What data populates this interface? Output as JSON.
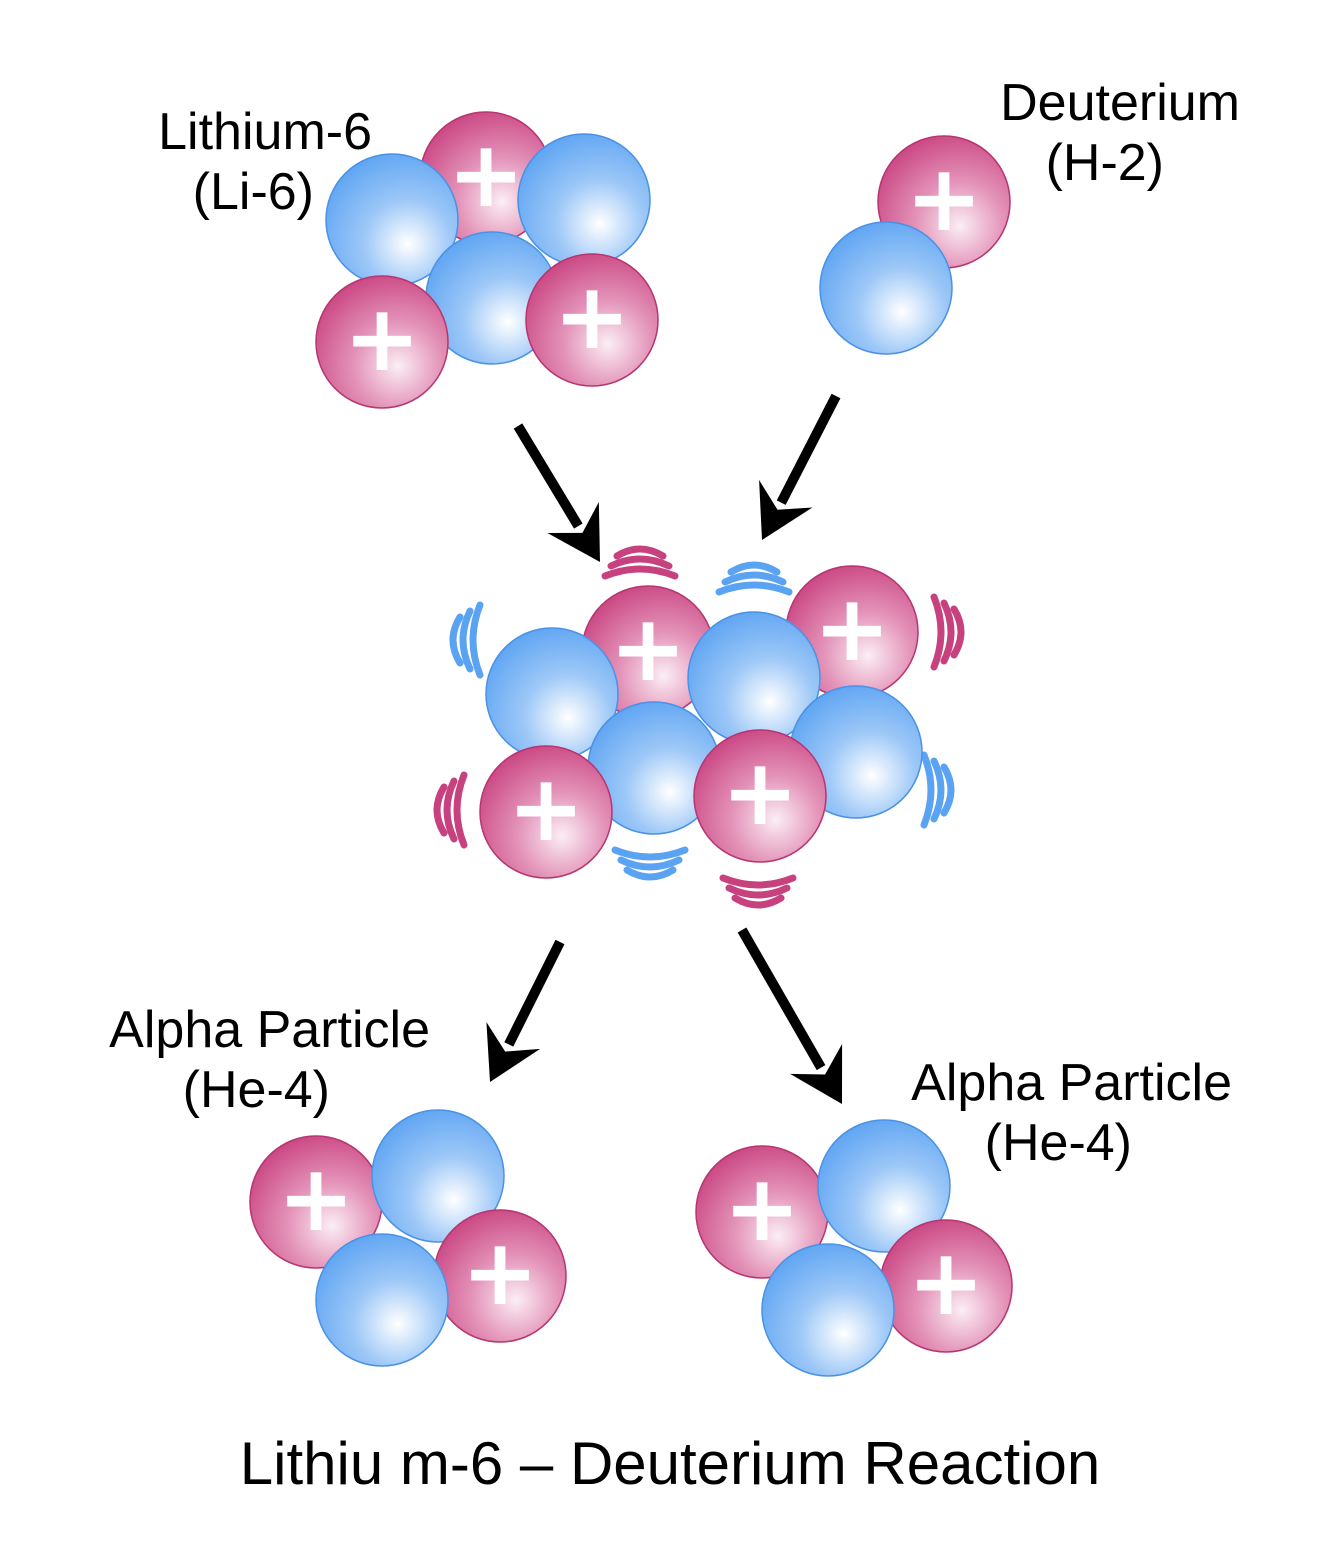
{
  "labels": {
    "lithium_line1": "Lithium-6",
    "lithium_line2": "(Li-6)",
    "deuterium_line1": "Deuterium",
    "deuterium_line2": "(H-2)",
    "alpha_left_line1": "Alpha Particle",
    "alpha_left_line2": "(He-4)",
    "alpha_right_line1": "Alpha Particle",
    "alpha_right_line2": "(He-4)"
  },
  "title": "Lithiu m-6 – Deuterium Reaction",
  "legend_symbols": {
    "proton_sign": "+"
  },
  "colors": {
    "proton": "#c8417f",
    "proton_light": "#f6e0ea",
    "neutron": "#5aa2f2",
    "neutron_light": "#ffffff",
    "arrow": "#000000"
  },
  "particles": {
    "lithium_6": {
      "protons": 3,
      "neutrons": 3
    },
    "deuterium": {
      "protons": 1,
      "neutrons": 1
    },
    "compound_nucleus": {
      "protons": 4,
      "neutrons": 4
    },
    "alpha_left": {
      "protons": 2,
      "neutrons": 2
    },
    "alpha_right": {
      "protons": 2,
      "neutrons": 2
    }
  },
  "icons": [
    "arrow-icon",
    "proton-icon",
    "neutron-icon"
  ]
}
